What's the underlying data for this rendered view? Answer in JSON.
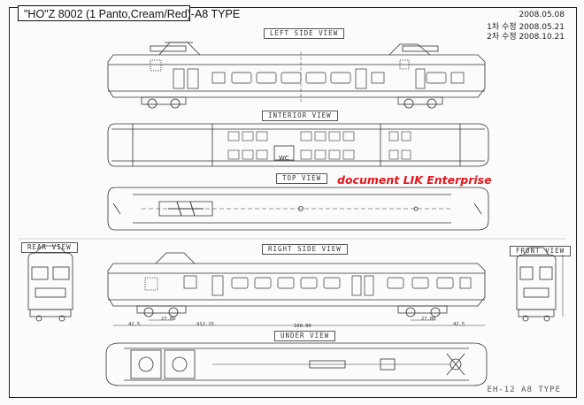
{
  "title": "\"HO\"Z 8002 (1 Panto,Cream/Red)-A8 TYPE",
  "revisions": [
    "2008.05.08",
    "1차 수정 2008.05.21",
    "2차 수정 2008.10.21"
  ],
  "views": {
    "left_side": "LEFT SIDE VIEW",
    "interior": "INTERIOR VIEW",
    "top": "TOP VIEW",
    "rear": "REAR VIEW",
    "right_side": "RIGHT SIDE VIEW",
    "front": "FRONT VIEW",
    "under": "UNDER VIEW"
  },
  "watermark": "document LIK Enterprise",
  "interior_label": "WC",
  "dimensions": [
    "42.5",
    "27.00",
    "412.15",
    "108.80",
    "27.00",
    "42.5"
  ],
  "sheet_code": "EH-12 A8 TYPE",
  "line_color": "#333333",
  "accent_color": "#e4171b"
}
